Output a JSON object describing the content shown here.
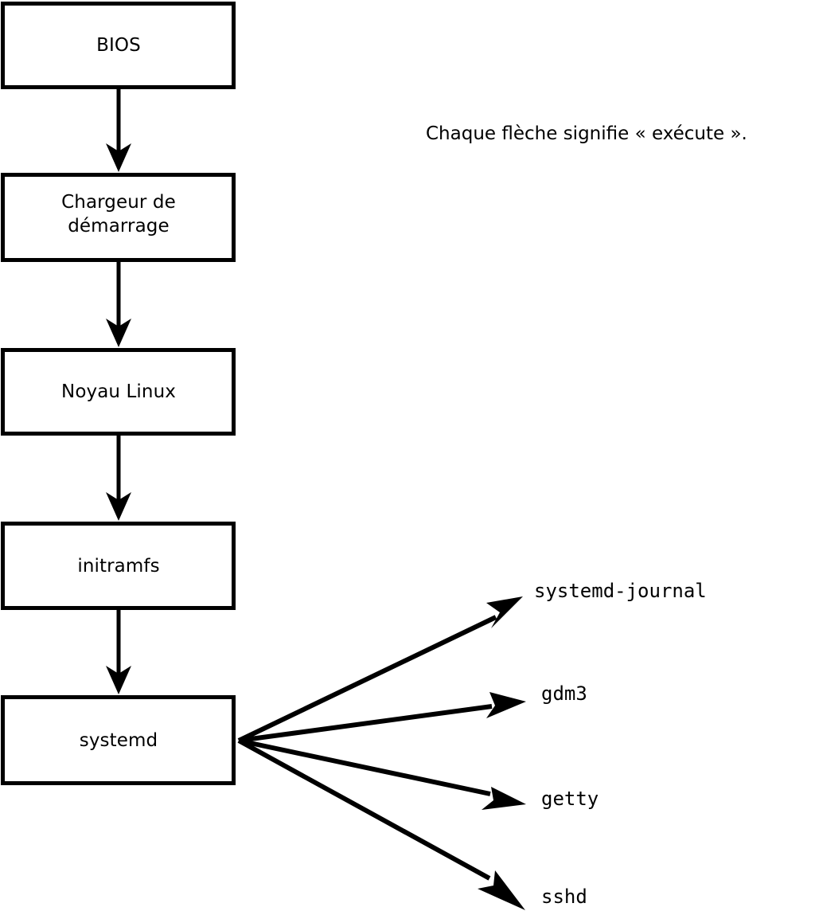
{
  "diagram": {
    "title_caption": "Chaque flèche signifie « exécute ».",
    "stroke_color": "#000000",
    "fill_color": "#ffffff",
    "background_color": "#ffffff",
    "boot_chain": [
      {
        "id": "bios",
        "label": "BIOS"
      },
      {
        "id": "bootloader",
        "label": "Chargeur de\ndémarrage"
      },
      {
        "id": "kernel",
        "label": "Noyau Linux"
      },
      {
        "id": "initramfs",
        "label": "initramfs"
      },
      {
        "id": "systemd",
        "label": "systemd"
      }
    ],
    "services": [
      {
        "id": "systemd-journal",
        "label": "systemd-journal"
      },
      {
        "id": "gdm3",
        "label": "gdm3"
      },
      {
        "id": "getty",
        "label": "getty"
      },
      {
        "id": "sshd",
        "label": "sshd"
      }
    ],
    "arrow_meaning": "exécute"
  }
}
